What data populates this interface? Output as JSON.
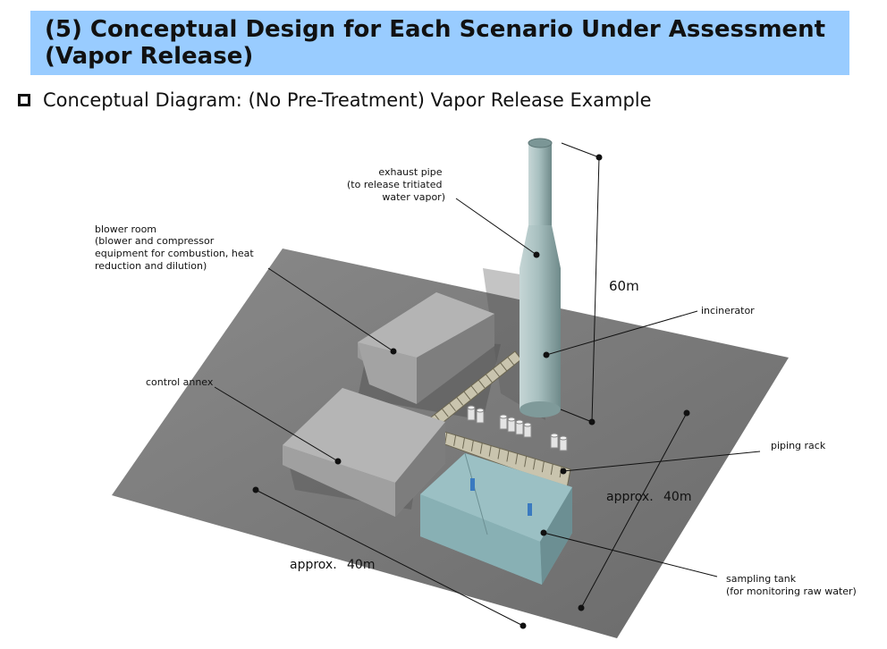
{
  "header": {
    "title_line1": "(5) Conceptual Design for Each Scenario Under Assessment",
    "title_line2": "(Vapor Release)"
  },
  "subtitle": "Conceptual Diagram: (No Pre-Treatment) Vapor Release Example",
  "labels": {
    "exhaust_pipe": [
      "exhaust pipe",
      "(to release tritiated",
      "water vapor)"
    ],
    "blower_room": [
      "blower room",
      "(blower and compressor",
      "equipment for combustion, heat",
      "reduction and dilution)"
    ],
    "incinerator": "incinerator",
    "control_annex": "control annex",
    "piping_rack": "piping rack",
    "sampling_tank": [
      "sampling tank",
      "(for monitoring raw water)"
    ]
  },
  "dimensions": {
    "height": "60m",
    "depth": [
      "approx.",
      "40m"
    ],
    "width": [
      "approx.",
      "40m"
    ]
  },
  "colors": {
    "title_band": "#99ccff",
    "ground": "#7a7a7a",
    "building": "#9c9c9c",
    "stack": "#9fb8b8",
    "tank_water": "#8fb8bc"
  }
}
